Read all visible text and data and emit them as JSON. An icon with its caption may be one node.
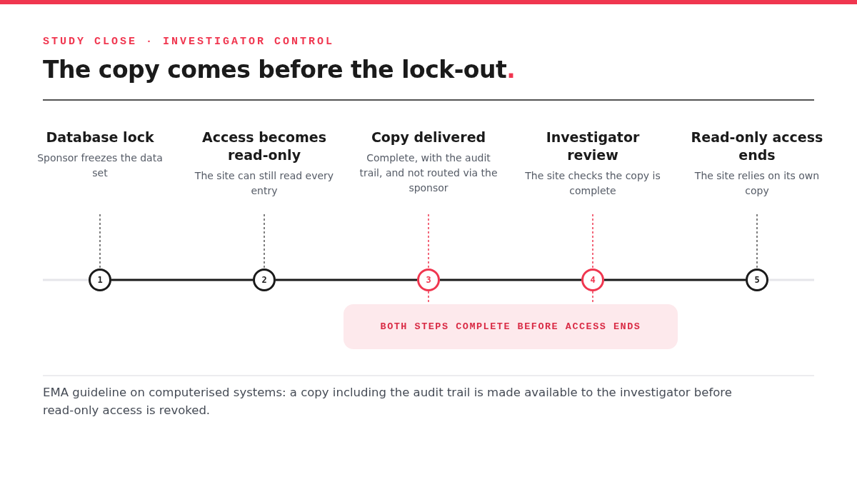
{
  "diagram": {
    "title": "The copy comes before the lock-out.",
    "caption": "EMA guideline on computerised systems: a copy including the audit trail is made available to the investigator before read-only access is revoked.",
    "nodes": [
      {
        "text": [
          "Database lock",
          "Sponsor freezes the data set"
        ]
      },
      {
        "text": [
          "Access becomes read-only",
          "The site can still read every entry"
        ]
      },
      {
        "text": [
          "Copy delivered",
          "Complete, with the audit trail, and not routed via the sponsor"
        ]
      },
      {
        "text": [
          "Investigator review",
          "The site checks the copy is complete"
        ]
      },
      {
        "text": [
          "Read-only access ends",
          "The site relies on its own copy"
        ]
      },
      {
        "text": [
          "1"
        ]
      },
      {
        "text": [
          "2"
        ]
      },
      {
        "text": [
          "3"
        ]
      },
      {
        "text": [
          "4"
        ]
      },
      {
        "text": [
          "5"
        ]
      },
      {
        "text": [
          "BOTH STEPS COMPLETE BEFORE ACCESS ENDS"
        ]
      }
    ],
    "edges": [
      {
        "from": 0,
        "to": 5,
        "arrow": "none",
        "style": "dashed",
        "color": "#555555"
      },
      {
        "from": 1,
        "to": 6,
        "arrow": "none",
        "style": "dashed",
        "color": "#555555"
      },
      {
        "from": 2,
        "to": 7,
        "arrow": "none",
        "style": "dashed",
        "color": "#f0364f"
      },
      {
        "from": 3,
        "to": 8,
        "arrow": "none",
        "style": "dashed",
        "color": "#f0364f"
      },
      {
        "from": 4,
        "to": 9,
        "arrow": "none",
        "style": "dashed",
        "color": "#555555"
      },
      {
        "from": 5,
        "to": 6,
        "arrow": "none",
        "color": "#1a1a1a"
      },
      {
        "from": 6,
        "to": 7,
        "arrow": "none",
        "color": "#1a1a1a"
      },
      {
        "from": 7,
        "to": 8,
        "arrow": "none",
        "color": "#1a1a1a"
      },
      {
        "from": 8,
        "to": 9,
        "arrow": "none",
        "color": "#1a1a1a"
      },
      {
        "from": 7,
        "to": 10,
        "arrow": "none",
        "style": "dashed",
        "color": "#f0364f"
      },
      {
        "from": 8,
        "to": 10,
        "arrow": "none",
        "style": "dashed",
        "color": "#f0364f"
      }
    ],
    "labels": [
      "STUDY CLOSE · INVESTIGATOR CONTROL"
    ]
  }
}
